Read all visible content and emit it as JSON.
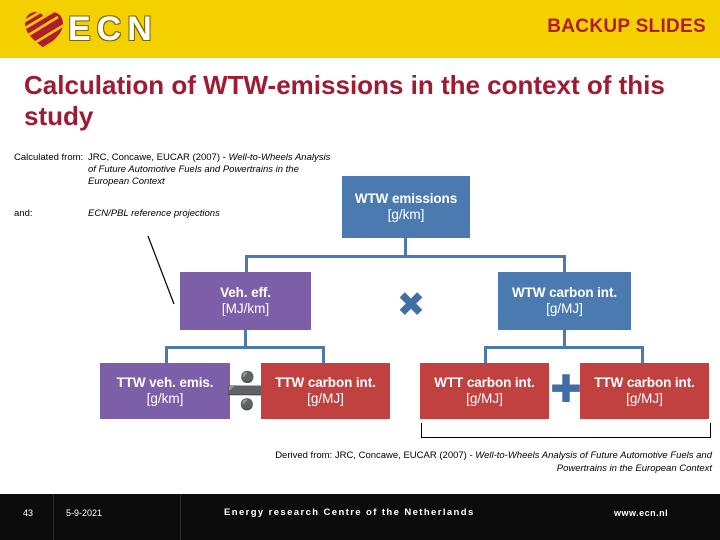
{
  "header": {
    "logo_text": "ECN",
    "logo_mark": "ecn-logo-icon",
    "backup_label": "BACKUP SLIDES",
    "background_color": "#f5d000",
    "backup_color": "#b01c2e"
  },
  "title": "Calculation of WTW-emissions in the context of this study",
  "title_color": "#9e1b32",
  "notes": [
    {
      "label": "Calculated from:",
      "plain": "JRC, Concawe, EUCAR (2007) - ",
      "italic": "Well-to-Wheels  Analysis of Future Automotive Fuels and Powertrains in the European Context"
    },
    {
      "label": "and:",
      "plain": "",
      "italic": "ECN/PBL reference projections"
    }
  ],
  "diagram": {
    "boxes": [
      {
        "id": "wtw-emissions",
        "line1": "WTW emissions",
        "line2": "[g/km]",
        "color": "#4a7ab0"
      },
      {
        "id": "veh-eff",
        "line1": "Veh. eff.",
        "line2": "[MJ/km]",
        "color": "#7d5ea8"
      },
      {
        "id": "wtw-carbon-int",
        "line1": "WTW carbon int.",
        "line2": "[g/MJ]",
        "color": "#4a7ab0"
      },
      {
        "id": "ttw-veh-emis",
        "line1": "TTW veh. emis.",
        "line2": "[g/km]",
        "color": "#7d5ea8"
      },
      {
        "id": "ttw-carbon-int-1",
        "line1": "TTW carbon int.",
        "line2": "[g/MJ]",
        "color": "#c0413f"
      },
      {
        "id": "wtt-carbon-int",
        "line1": "WTT carbon int.",
        "line2": "[g/MJ]",
        "color": "#c0413f"
      },
      {
        "id": "ttw-carbon-int-2",
        "line1": "TTW carbon int.",
        "line2": "[g/MJ]",
        "color": "#c0413f"
      }
    ],
    "operators": {
      "multiply": "✖",
      "divide": "➗",
      "plus": "✚"
    },
    "connector_color": "#4a7ab0"
  },
  "derived": {
    "label": "Derived from:  JRC, Concawe, EUCAR (2007) - ",
    "italic": "Well-to-Wheels Analysis of Future Automotive Fuels and Powertrains in the European Context"
  },
  "footer": {
    "page_number": "43",
    "date": "5-9-2021",
    "organisation": "Energy research Centre of the Netherlands",
    "url": "www.ecn.nl",
    "background_color": "#0c0c0c"
  }
}
